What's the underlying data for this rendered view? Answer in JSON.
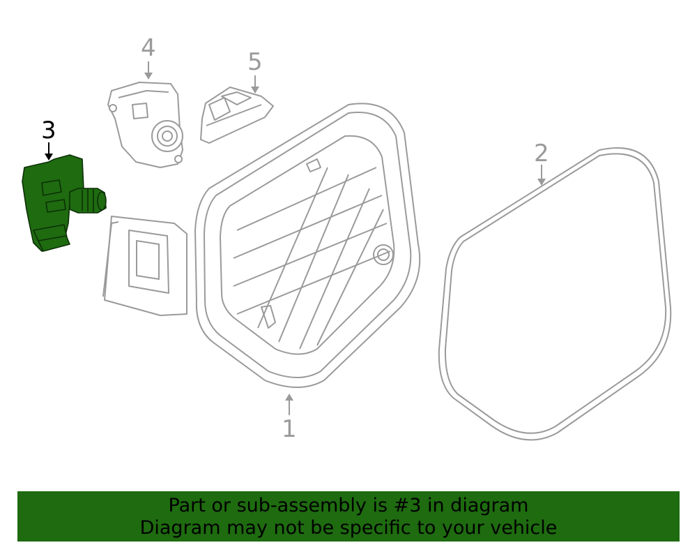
{
  "callouts": {
    "c1": "1",
    "c2": "2",
    "c3": "3",
    "c4": "4",
    "c5": "5"
  },
  "highlighted_part": "3",
  "colors": {
    "highlight_fill": "#1e6b10",
    "line_gray": "#9a9a9a",
    "banner_bg": "#1e6b10"
  },
  "banner": {
    "line1": "Part or sub-assembly is #3 in diagram",
    "line2": "Diagram may not be specific to your vehicle"
  }
}
